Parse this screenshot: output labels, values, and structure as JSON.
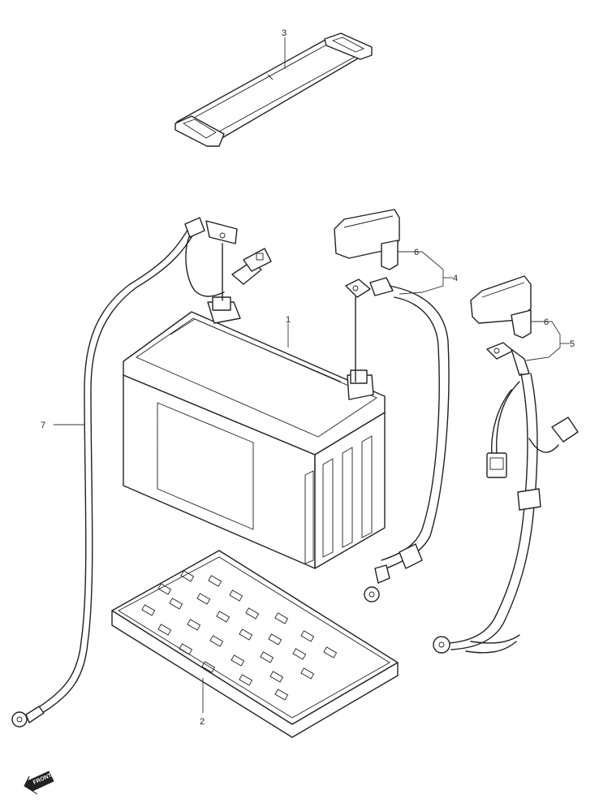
{
  "callouts": {
    "battery": "1",
    "tray": "2",
    "band": "3",
    "positive_lead": "4",
    "negative_lead": "5",
    "terminal_cap_a": "6",
    "terminal_cap_b": "6",
    "ground_wire": "7"
  },
  "front_arrow_label": "FRONT"
}
